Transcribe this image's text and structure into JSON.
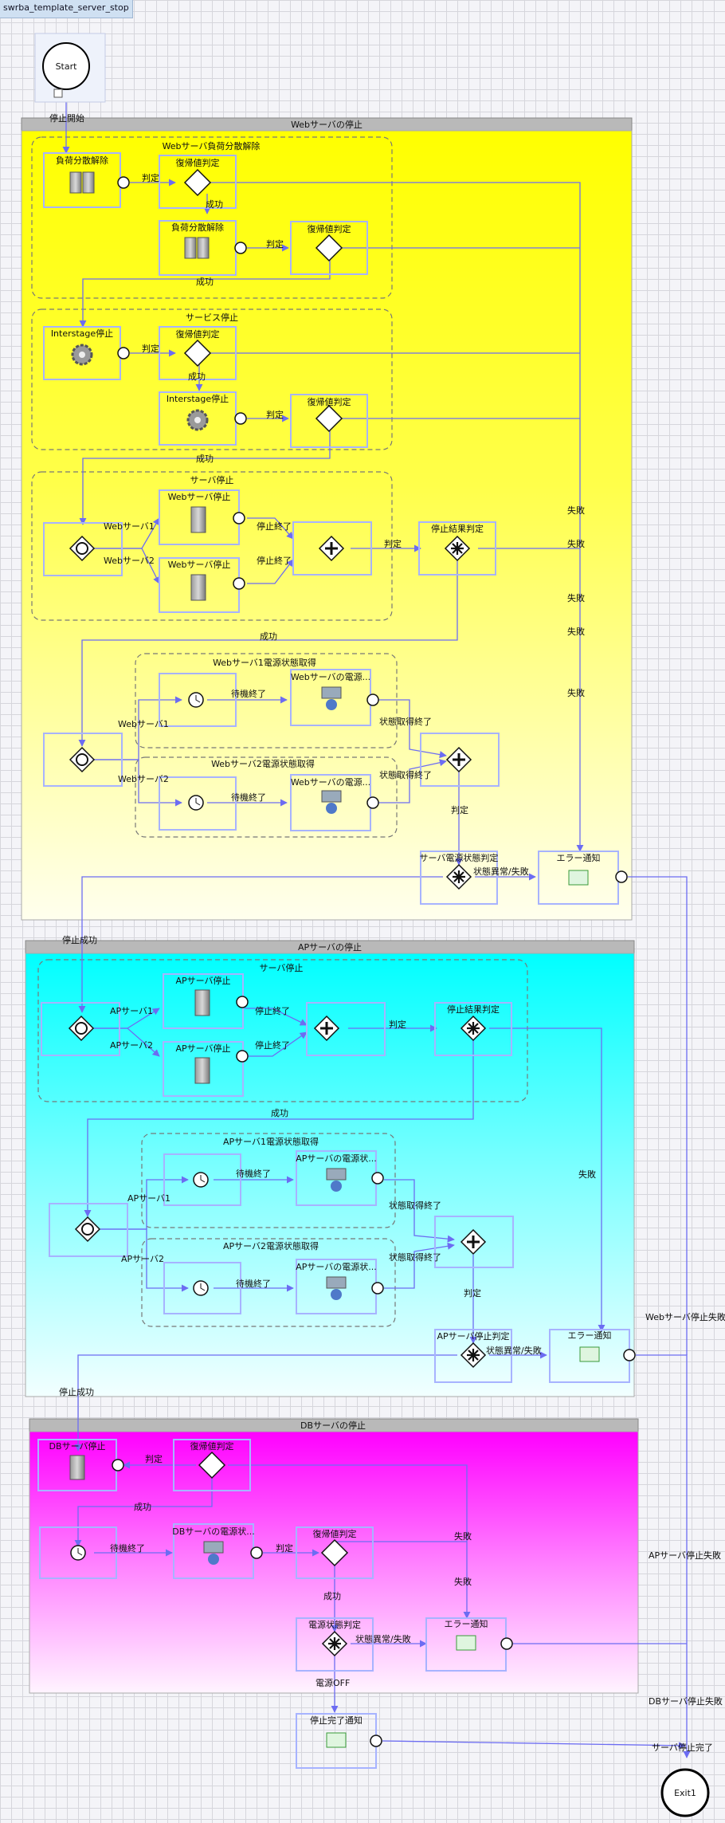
{
  "page_title": "swrba_template_server_stop",
  "lanes": [
    {
      "id": "web",
      "title": "Webサーバの停止"
    },
    {
      "id": "ap",
      "title": "APサーバの停止"
    },
    {
      "id": "db",
      "title": "DBサーバの停止"
    }
  ],
  "groups": {
    "web_lb": "Webサーバ負荷分散解除",
    "web_svc": "サービス停止",
    "web_srv": "サーバ停止",
    "web_p1": "Webサーバ1電源状態取得",
    "web_p2": "Webサーバ2電源状態取得",
    "ap_srv": "サーバ停止",
    "ap_p1": "APサーバ1電源状態取得",
    "ap_p2": "APサーバ2電源状態取得"
  },
  "nodes": {
    "start": "Start",
    "exit": "Exit1",
    "lb1": "負荷分散解除",
    "lb_check1": "復帰値判定",
    "lb2": "負荷分散解除",
    "lb_check2": "復帰値判定",
    "is1": "Interstage停止",
    "is_check1": "復帰値判定",
    "is2": "Interstage停止",
    "is_check2": "復帰値判定",
    "web1_stop": "Webサーバ停止",
    "web2_stop": "Webサーバ停止",
    "web_result": "停止結果判定",
    "web1_power": "Webサーバの電源...",
    "web2_power": "Webサーバの電源...",
    "web_power_check": "サーバ電源状態判定",
    "web_error": "エラー通知",
    "ap1_stop": "APサーバ停止",
    "ap2_stop": "APサーバ停止",
    "ap_result": "停止結果判定",
    "ap1_power": "APサーバの電源状...",
    "ap2_power": "APサーバの電源状...",
    "ap_power_check": "APサーバ停止判定",
    "ap_error": "エラー通知",
    "db_stop": "DBサーバ停止",
    "db_check1": "復帰値判定",
    "db_power": "DBサーバの電源状...",
    "db_check2": "復帰値判定",
    "db_power_check": "電源状態判定",
    "db_error": "エラー通知",
    "complete_notice": "停止完了通知"
  },
  "edges": {
    "stop_start": "停止開始",
    "judge": "判定",
    "success": "成功",
    "failure": "失敗",
    "web_server1": "Webサーバ1",
    "web_server2": "Webサーバ2",
    "stop_end": "停止終了",
    "wait_end": "待機終了",
    "state_get_end": "状態取得終了",
    "state_error": "状態異常/失敗",
    "stop_success": "停止成功",
    "ap_server1": "APサーバ1",
    "ap_server2": "APサーバ2",
    "power_off": "電源OFF",
    "web_stop_fail": "Webサーバ停止失敗",
    "ap_stop_fail": "APサーバ停止失敗",
    "db_stop_fail": "DBサーバ停止失敗",
    "server_stop_complete": "サーバ停止完了"
  }
}
